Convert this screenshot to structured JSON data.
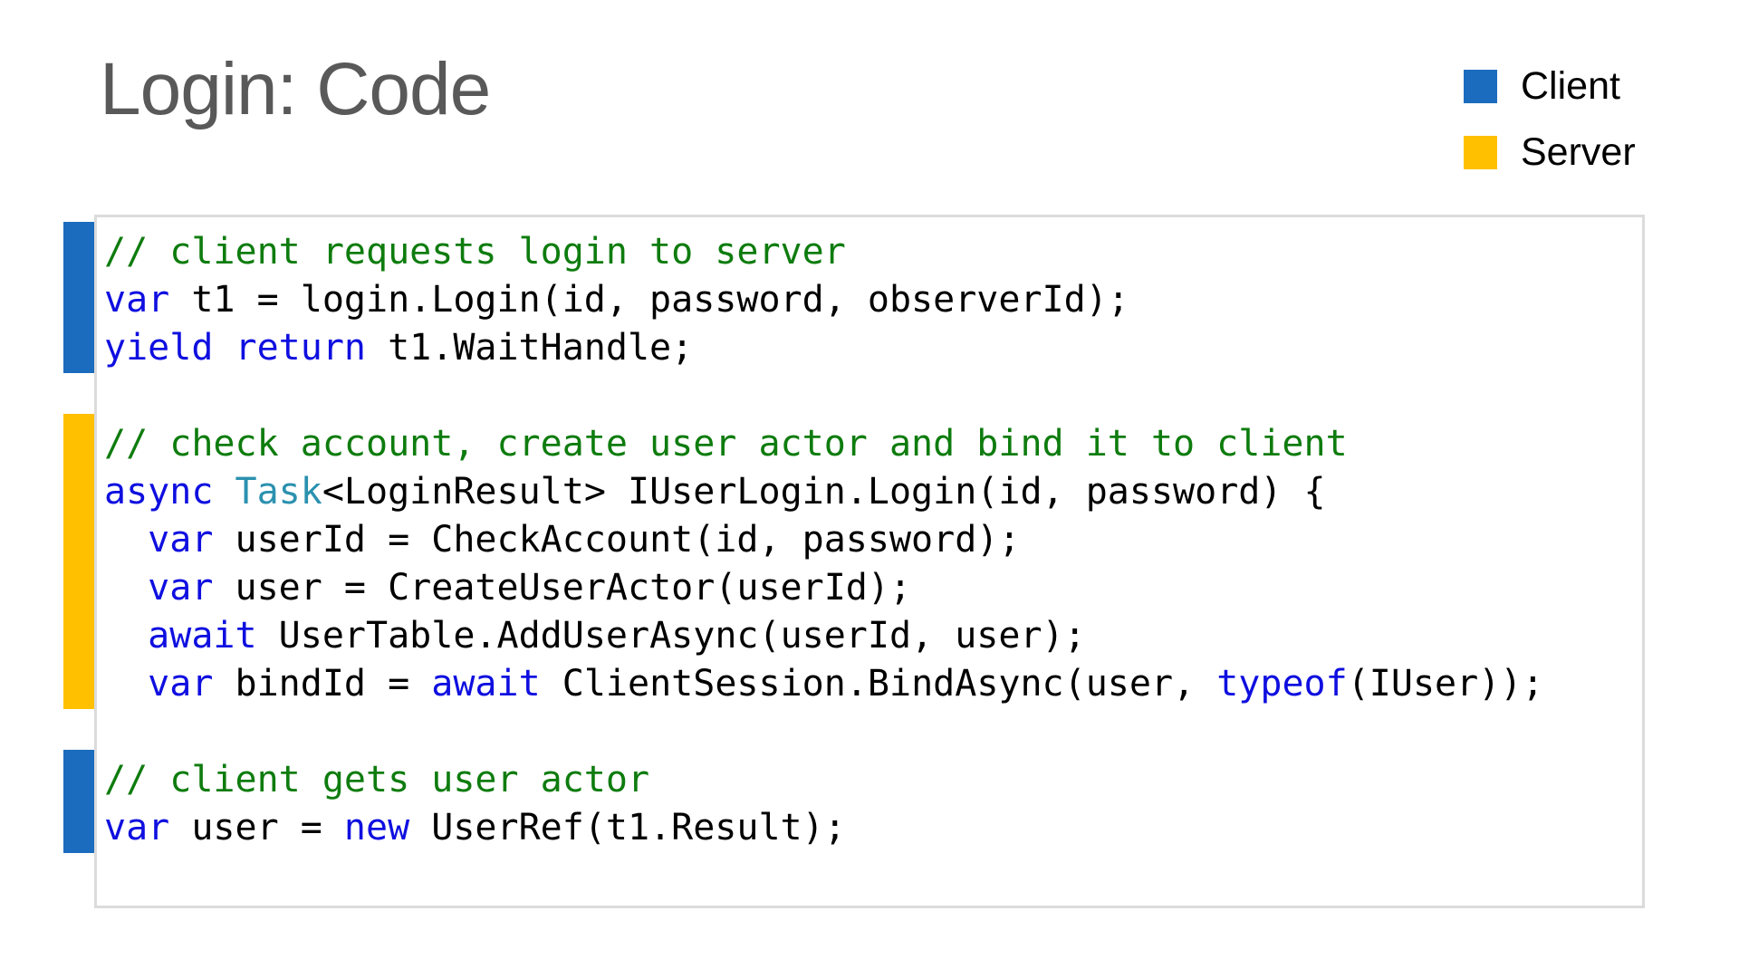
{
  "title": "Login: Code",
  "colors": {
    "title": "#595959",
    "border": "#DBDBDB",
    "client": "#1B6CBE",
    "server": "#FFC000",
    "keyword": "#0F0FE0",
    "type": "#2B91AF",
    "comment": "#0E7C0E",
    "plain": "#000000"
  },
  "legend": {
    "items": [
      {
        "label": "Client",
        "role": "client",
        "color": "#1B6CBE"
      },
      {
        "label": "Server",
        "role": "server",
        "color": "#FFC000"
      }
    ]
  },
  "code": {
    "lines": [
      [
        {
          "s": "c",
          "t": "// client requests login to server"
        }
      ],
      [
        {
          "s": "k",
          "t": "var"
        },
        {
          "s": "p",
          "t": " t1 = login.Login(id, password, observerId);"
        }
      ],
      [
        {
          "s": "k",
          "t": "yield return"
        },
        {
          "s": "p",
          "t": " t1.WaitHandle;"
        }
      ],
      [],
      [
        {
          "s": "c",
          "t": "// check account, create user actor and bind it to client"
        }
      ],
      [
        {
          "s": "k",
          "t": "async"
        },
        {
          "s": "p",
          "t": " "
        },
        {
          "s": "t",
          "t": "Task"
        },
        {
          "s": "p",
          "t": "<LoginResult> IUserLogin.Login(id, password) {"
        }
      ],
      [
        {
          "s": "p",
          "t": "  "
        },
        {
          "s": "k",
          "t": "var"
        },
        {
          "s": "p",
          "t": " userId = CheckAccount(id, password);"
        }
      ],
      [
        {
          "s": "p",
          "t": "  "
        },
        {
          "s": "k",
          "t": "var"
        },
        {
          "s": "p",
          "t": " user = CreateUserActor(userId);"
        }
      ],
      [
        {
          "s": "p",
          "t": "  "
        },
        {
          "s": "k",
          "t": "await"
        },
        {
          "s": "p",
          "t": " UserTable.AddUserAsync(userId, user);"
        }
      ],
      [
        {
          "s": "p",
          "t": "  "
        },
        {
          "s": "k",
          "t": "var"
        },
        {
          "s": "p",
          "t": " bindId = "
        },
        {
          "s": "k",
          "t": "await"
        },
        {
          "s": "p",
          "t": " ClientSession.BindAsync(user, "
        },
        {
          "s": "k",
          "t": "typeof"
        },
        {
          "s": "p",
          "t": "(IUser));"
        }
      ],
      [],
      [
        {
          "s": "c",
          "t": "// client gets user actor"
        }
      ],
      [
        {
          "s": "k",
          "t": "var"
        },
        {
          "s": "p",
          "t": " user = "
        },
        {
          "s": "k",
          "t": "new"
        },
        {
          "s": "p",
          "t": " UserRef(t1.Result);"
        }
      ]
    ],
    "bars": [
      {
        "role": "client",
        "from": 0,
        "to": 2
      },
      {
        "role": "server",
        "from": 4,
        "to": 9
      },
      {
        "role": "client",
        "from": 11,
        "to": 12
      }
    ]
  }
}
